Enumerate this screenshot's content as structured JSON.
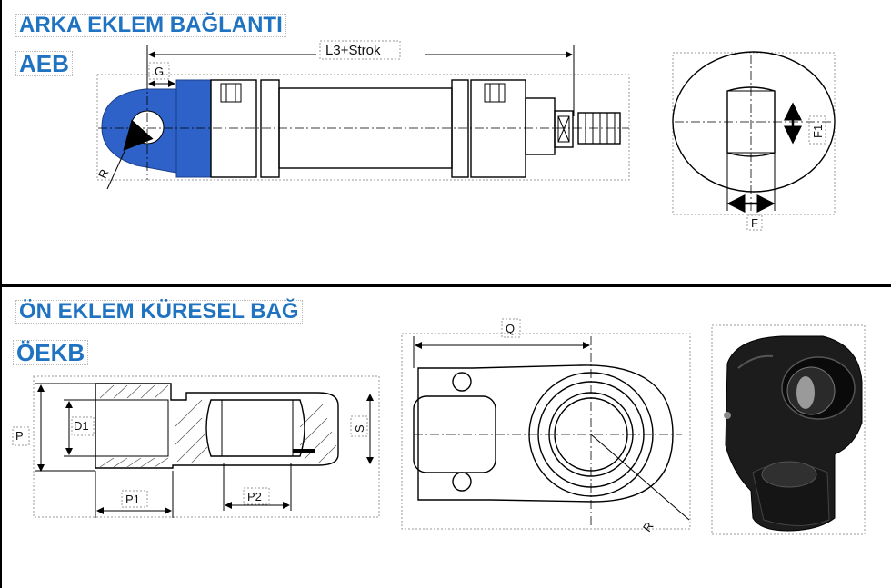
{
  "top_section": {
    "title": "ARKA EKLEM BAĞLANTI",
    "code": "AEB",
    "dimensions": {
      "stroke_length": "L3+Strok",
      "g": "G",
      "r": "R",
      "f": "F",
      "f1": "F1"
    }
  },
  "bottom_section": {
    "title": "ÖN EKLEM  KÜRESEL  BAĞ",
    "code": "ÖEKB",
    "dimensions": {
      "p": "P",
      "d1": "D1",
      "p1": "P1",
      "p2": "P2",
      "s": "S",
      "q": "Q",
      "r": "R"
    }
  },
  "colors": {
    "heading": "#1f73c0",
    "clevis_blue": "#2e62c8",
    "divider": "#000000"
  }
}
